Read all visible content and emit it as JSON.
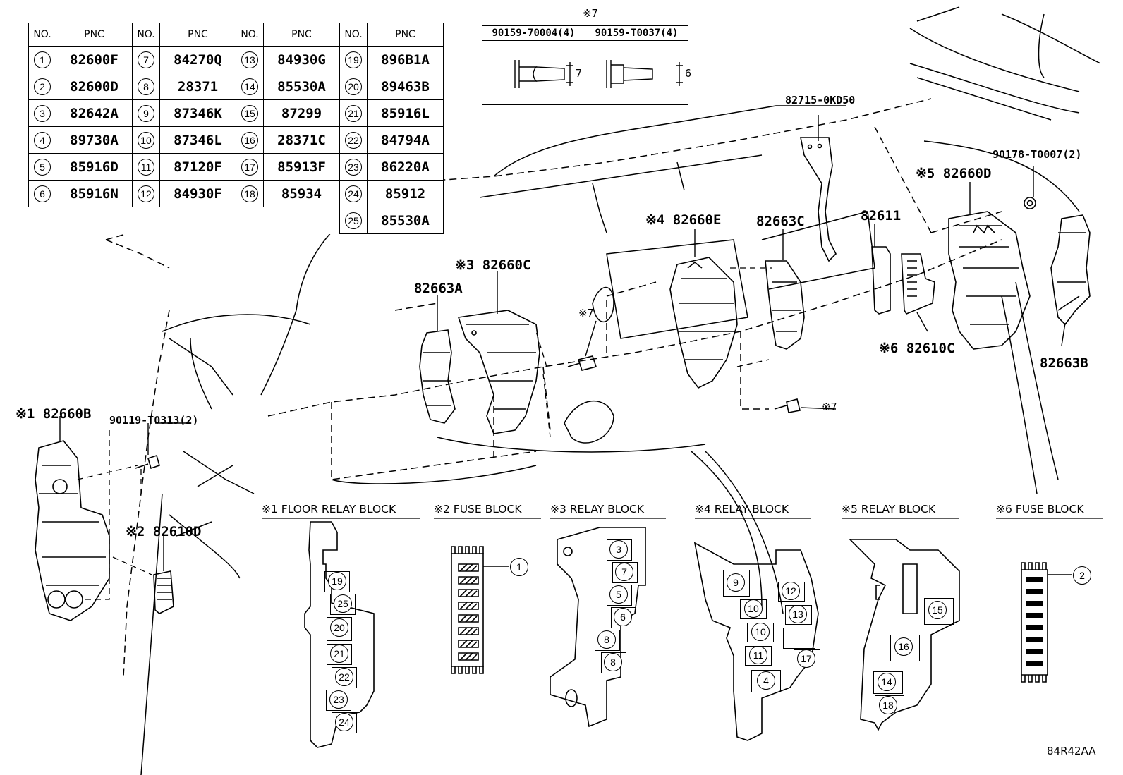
{
  "pnc_table": {
    "header_no": "NO.",
    "header_pnc": "PNC",
    "columns": [
      [
        {
          "no": "1",
          "pnc": "82600F"
        },
        {
          "no": "2",
          "pnc": "82600D"
        },
        {
          "no": "3",
          "pnc": "82642A"
        },
        {
          "no": "4",
          "pnc": "89730A"
        },
        {
          "no": "5",
          "pnc": "85916D"
        },
        {
          "no": "6",
          "pnc": "85916N"
        }
      ],
      [
        {
          "no": "7",
          "pnc": "84270Q"
        },
        {
          "no": "8",
          "pnc": "28371"
        },
        {
          "no": "9",
          "pnc": "87346K"
        },
        {
          "no": "10",
          "pnc": "87346L"
        },
        {
          "no": "11",
          "pnc": "87120F"
        },
        {
          "no": "12",
          "pnc": "84930F"
        }
      ],
      [
        {
          "no": "13",
          "pnc": "84930G"
        },
        {
          "no": "14",
          "pnc": "85530A"
        },
        {
          "no": "15",
          "pnc": "87299"
        },
        {
          "no": "16",
          "pnc": "28371C"
        },
        {
          "no": "17",
          "pnc": "85913F"
        },
        {
          "no": "18",
          "pnc": "85934"
        }
      ],
      [
        {
          "no": "19",
          "pnc": "896B1A"
        },
        {
          "no": "20",
          "pnc": "89463B"
        },
        {
          "no": "21",
          "pnc": "85916L"
        },
        {
          "no": "22",
          "pnc": "84794A"
        },
        {
          "no": "23",
          "pnc": "86220A"
        },
        {
          "no": "24",
          "pnc": "85912"
        },
        {
          "no": "25",
          "pnc": "85530A"
        }
      ]
    ]
  },
  "bolt_table": {
    "note": "※7",
    "bolt_a": "90159-70004(4)",
    "bolt_b": "90159-T0037(4)",
    "dim_a": "7",
    "dim_b": "6"
  },
  "part_labels": {
    "p82715": "82715-0KD50",
    "p90178": "90178-T0007(2)",
    "p82660D": "※5 82660D",
    "p82611": "82611",
    "p82660E": "※4 82660E",
    "p82663C": "82663C",
    "p82660C": "※3 82660C",
    "p82663A": "82663A",
    "p82610C": "※6 82610C",
    "p82663B": "82663B",
    "p82660B": "※1 82660B",
    "p90119": "90119-T0313(2)",
    "p82610D": "※2 82610D",
    "star7_a": "※7",
    "star7_b": "※7"
  },
  "block_titles": {
    "b1": "※1 FLOOR RELAY BLOCK",
    "b2": "※2 FUSE BLOCK",
    "b3": "※3 RELAY BLOCK",
    "b4": "※4 RELAY BLOCK",
    "b5": "※5 RELAY BLOCK",
    "b6": "※6 FUSE BLOCK"
  },
  "callouts": {
    "floor_block": [
      "19",
      "25",
      "20",
      "21",
      "22",
      "23",
      "24"
    ],
    "fuse_block_2": "1",
    "relay_block_3": [
      "3",
      "7",
      "5",
      "6",
      "8",
      "8"
    ],
    "relay_block_4": [
      "9",
      "12",
      "10",
      "13",
      "10",
      "11",
      "17",
      "4"
    ],
    "relay_block_5": [
      "15",
      "16",
      "14",
      "18"
    ],
    "fuse_block_6": "2"
  },
  "figure_code": "84R42AA"
}
